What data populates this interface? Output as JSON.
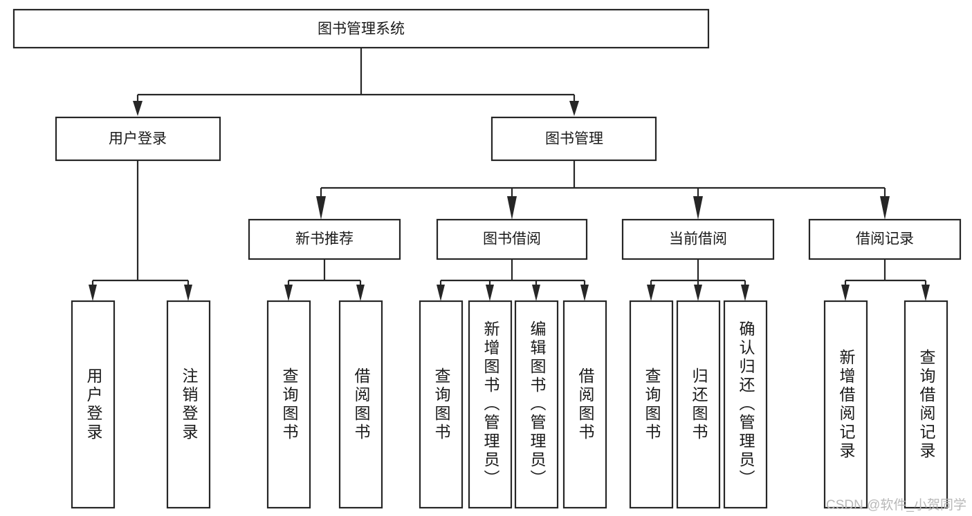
{
  "diagram": {
    "title": "图书管理系统",
    "type": "hierarchy-tree",
    "watermark": "CSDN @软件_小贺同学",
    "root": {
      "id": "root",
      "label": "图书管理系统",
      "orientation": "horizontal"
    },
    "level2": [
      {
        "id": "user-login",
        "label": "用户登录",
        "orientation": "horizontal"
      },
      {
        "id": "book-management",
        "label": "图书管理",
        "orientation": "horizontal"
      }
    ],
    "level3": [
      {
        "id": "new-book-recommend",
        "label": "新书推荐",
        "orientation": "horizontal",
        "parent": "book-management"
      },
      {
        "id": "book-borrow",
        "label": "图书借阅",
        "orientation": "horizontal",
        "parent": "book-management"
      },
      {
        "id": "current-borrow",
        "label": "当前借阅",
        "orientation": "horizontal",
        "parent": "book-management"
      },
      {
        "id": "borrow-record",
        "label": "借阅记录",
        "orientation": "horizontal",
        "parent": "book-management"
      }
    ],
    "leaves": [
      {
        "id": "leaf-user-login",
        "label": "用户登录",
        "parent": "user-login",
        "orientation": "vertical"
      },
      {
        "id": "leaf-user-logout",
        "label": "注销登录",
        "parent": "user-login",
        "orientation": "vertical"
      },
      {
        "id": "leaf-query-book-1",
        "label": "查询图书",
        "parent": "new-book-recommend",
        "orientation": "vertical"
      },
      {
        "id": "leaf-borrow-book-1",
        "label": "借阅图书",
        "parent": "new-book-recommend",
        "orientation": "vertical"
      },
      {
        "id": "leaf-query-book-2",
        "label": "查询图书",
        "parent": "book-borrow",
        "orientation": "vertical"
      },
      {
        "id": "leaf-add-book",
        "label": "新增图书（管理员）",
        "parent": "book-borrow",
        "orientation": "vertical"
      },
      {
        "id": "leaf-edit-book",
        "label": "编辑图书（管理员）",
        "parent": "book-borrow",
        "orientation": "vertical"
      },
      {
        "id": "leaf-borrow-book-2",
        "label": "借阅图书",
        "parent": "book-borrow",
        "orientation": "vertical"
      },
      {
        "id": "leaf-query-book-3",
        "label": "查询图书",
        "parent": "current-borrow",
        "orientation": "vertical"
      },
      {
        "id": "leaf-return-book",
        "label": "归还图书",
        "parent": "current-borrow",
        "orientation": "vertical"
      },
      {
        "id": "leaf-confirm-return",
        "label": "确认归还（管理员）",
        "parent": "current-borrow",
        "orientation": "vertical"
      },
      {
        "id": "leaf-add-record",
        "label": "新增借阅记录",
        "parent": "borrow-record",
        "orientation": "vertical"
      },
      {
        "id": "leaf-query-record",
        "label": "查询借阅记录",
        "parent": "borrow-record",
        "orientation": "vertical"
      }
    ],
    "colors": {
      "stroke": "#262626",
      "fill": "#ffffff",
      "text": "#1a1a1a",
      "watermark": "#b8b8b8"
    }
  }
}
